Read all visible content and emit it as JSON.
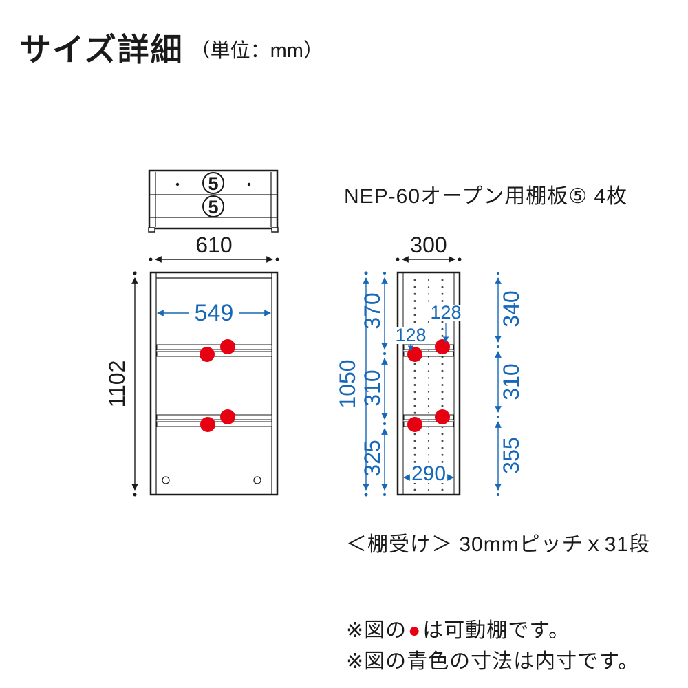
{
  "colors": {
    "blue": "#1668b8",
    "red": "#e60012",
    "black": "#1a1a1a"
  },
  "title": {
    "main": "サイズ詳細",
    "unit": "（単位：mm）"
  },
  "product_label": "NEP-60オープン用棚板⑤ 4枚",
  "top_view": {
    "shelf_mark_1": "5",
    "shelf_mark_2": "5"
  },
  "front_view": {
    "width": "610",
    "height": "1102",
    "inner_width": "549"
  },
  "side_view": {
    "width": "300",
    "inner_height": "1050",
    "left_top": "370",
    "left_mid": "310",
    "left_bottom": "325",
    "gap_left": "128",
    "gap_right": "128",
    "right_top": "340",
    "right_mid": "310",
    "right_bottom": "355",
    "inner_depth": "290"
  },
  "shelf_support_note": "＜棚受け＞ 30mmピッチｘ31段",
  "notes": {
    "note1_prefix": "※図の",
    "note1_dot": "●",
    "note1_suffix": "は可動棚です。",
    "note2": "※図の青色の寸法は内寸です。"
  }
}
